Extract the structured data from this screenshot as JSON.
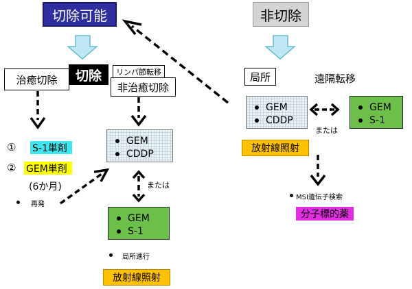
{
  "header": {
    "resectable": "切除可能",
    "unresectable": "非切除"
  },
  "left": {
    "curative": "治癒切除",
    "resection": "切除",
    "lymph_metastasis": "リンパ節転移",
    "noncurative": "非治癒切除",
    "opt1_num": "①",
    "opt1_label": "S-1単剤",
    "opt2_num": "②",
    "opt2_label": "GEM単剤",
    "duration": "(6か月)",
    "recurrence": "再発"
  },
  "center": {
    "drug1": "GEM",
    "drug2": "CDDP",
    "or": "または",
    "drug3": "GEM",
    "drug4": "S-1",
    "local_progression": "局所進行",
    "radiation": "放射線照射"
  },
  "right": {
    "local": "局所",
    "distant": "遠隔転移",
    "drug1": "GEM",
    "drug2": "CDDP",
    "or": "または",
    "drug3": "GEM",
    "drug4": "S-1",
    "radiation": "放射線照射",
    "msi": "MSI遺伝子検索",
    "molecular": "分子標的薬"
  }
}
